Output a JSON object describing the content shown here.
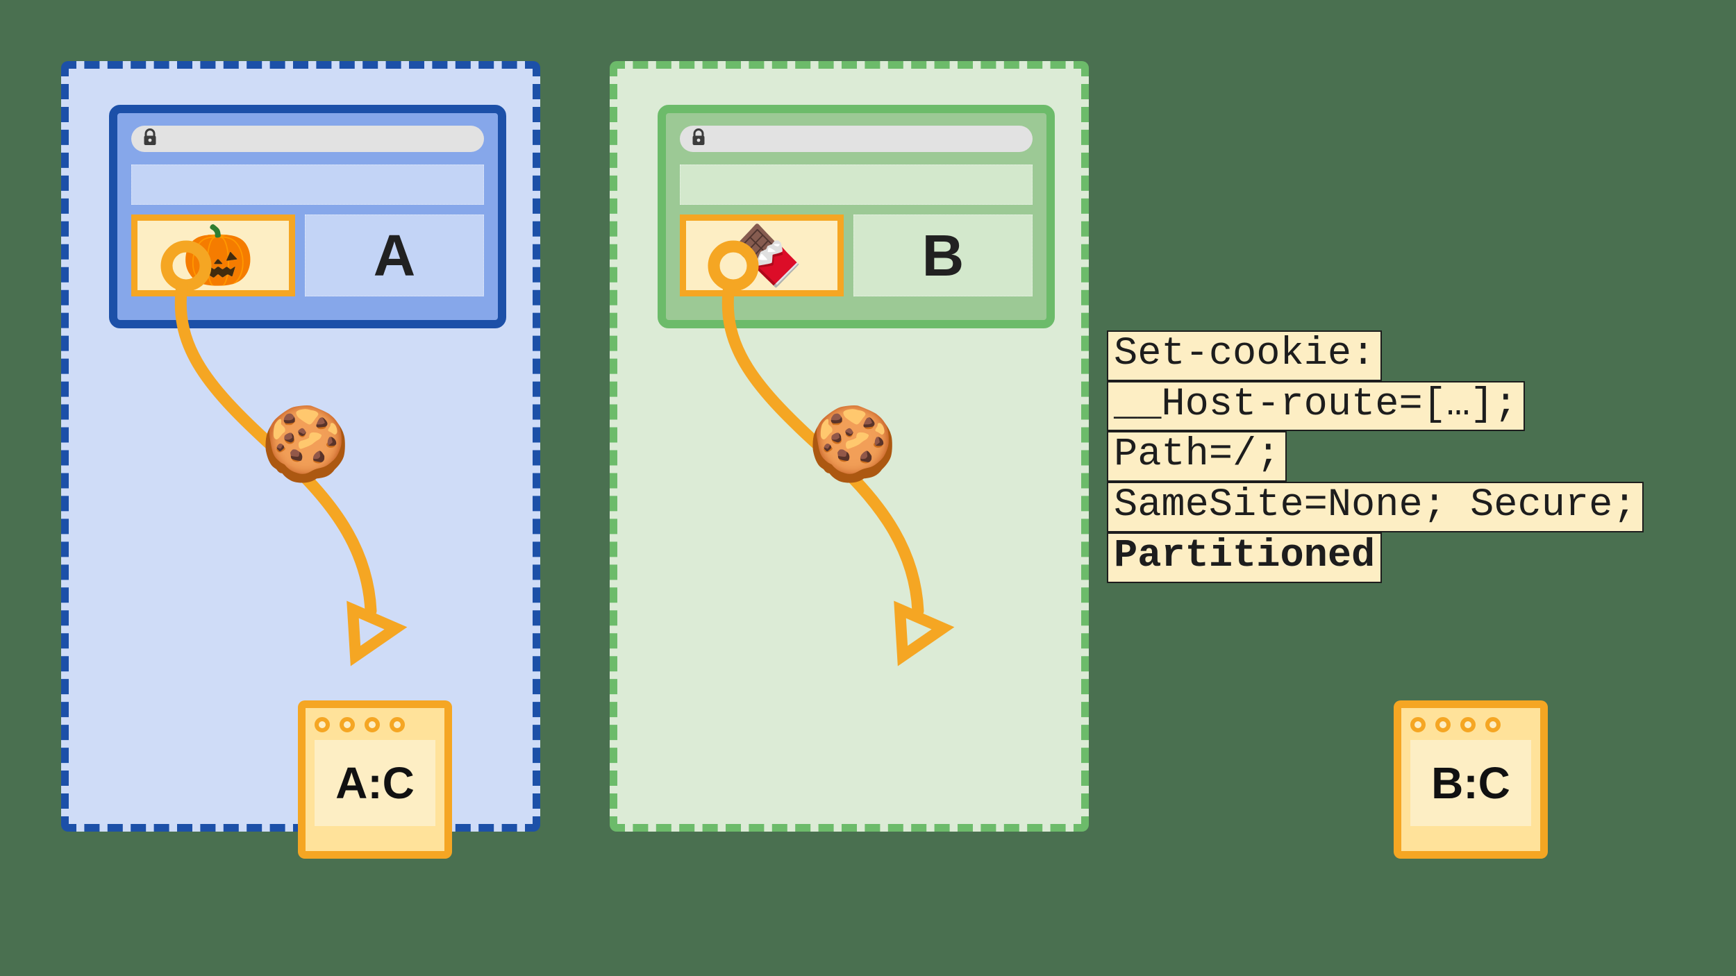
{
  "background_color": "#4a7050",
  "partitions": [
    {
      "id": "a",
      "name": "top-level-site-a",
      "fill_color": "#cfdcf7",
      "border_color": "#1c50a8",
      "browser": {
        "chrome_color": "#86a7ea",
        "address_bar_icon": "lock-icon",
        "address_bar_value": "",
        "embed_emoji": "🎃",
        "embed_emoji_name": "jack-o-lantern-emoji",
        "site_letter": "A"
      },
      "cookie_emoji": "🍪",
      "cookie_emoji_name": "cookie-emoji",
      "storage_label": "A:C"
    },
    {
      "id": "b",
      "name": "top-level-site-b",
      "fill_color": "#dcebd6",
      "border_color": "#6cbb6a",
      "browser": {
        "chrome_color": "#9cc995",
        "address_bar_icon": "lock-icon",
        "address_bar_value": "",
        "embed_emoji": "🍫",
        "embed_emoji_name": "chocolate-bar-emoji",
        "site_letter": "B"
      },
      "cookie_emoji": "🍪",
      "cookie_emoji_name": "cookie-emoji",
      "storage_label": "B:C"
    }
  ],
  "accent_colors": {
    "cookie_path": "#f5a623",
    "storage_fill": "#ffe29a",
    "code_bg": "#fdeec4"
  },
  "code_annotation": {
    "lines": [
      {
        "text": "Set-cookie:",
        "bold": false
      },
      {
        "text": "__Host-route=[…];",
        "bold": false
      },
      {
        "text": "Path=/;",
        "bold": false
      },
      {
        "text": "SameSite=None; Secure;",
        "bold": false
      },
      {
        "text": "Partitioned",
        "bold": true
      }
    ]
  }
}
